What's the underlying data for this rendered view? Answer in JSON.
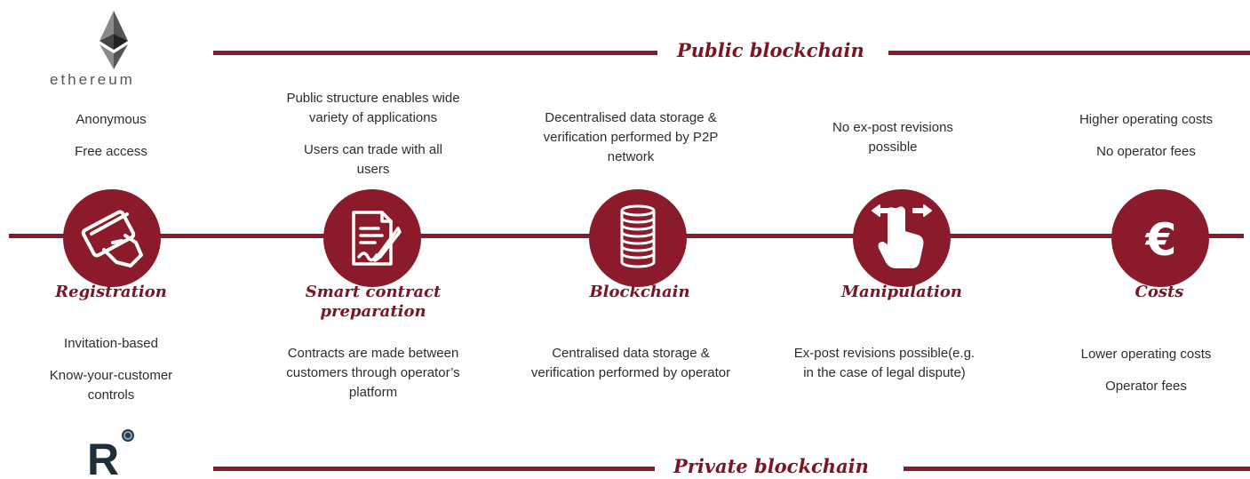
{
  "public_title": "Public blockchain",
  "private_title": "Private blockchain",
  "ethereum_logo_text": "ethereum",
  "accent_color": "#8b1a2b",
  "steps": [
    {
      "label": "Registration",
      "icon": "credit-card-hand-icon",
      "public": [
        "Anonymous",
        "Free access"
      ],
      "private": [
        "Invitation-based",
        "Know-your-customer controls"
      ]
    },
    {
      "label": "Smart contract preparation",
      "icon": "contract-signing-icon",
      "public": [
        "Public structure enables wide variety of applications",
        "Users can trade with all users"
      ],
      "private": [
        "Contracts are made between customers through operator’s platform"
      ]
    },
    {
      "label": "Blockchain",
      "icon": "coin-stack-icon",
      "public": [
        "Decentralised data storage & verification performed by P2P network"
      ],
      "private": [
        "Centralised data storage & verification performed by operator"
      ]
    },
    {
      "label": "Manipulation",
      "icon": "hand-swipe-icon",
      "public": [
        "No ex-post revisions possible"
      ],
      "private": [
        "Ex-post revisions possible(e.g. in the case of legal dispute)"
      ]
    },
    {
      "label": "Costs",
      "icon": "euro-icon",
      "public": [
        "Higher operating costs",
        "No operator fees"
      ],
      "private": [
        "Lower operating costs",
        "Operator fees"
      ]
    }
  ]
}
